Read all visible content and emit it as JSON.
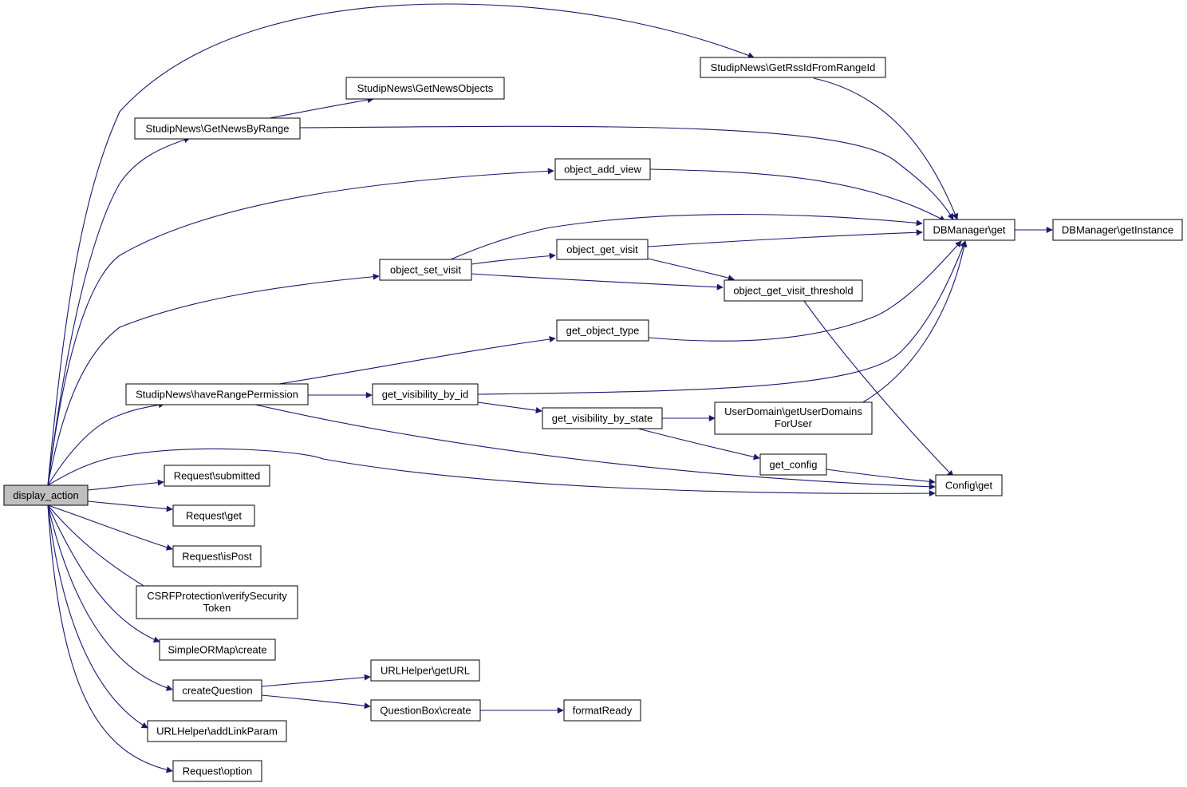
{
  "nodes": [
    {
      "id": "display_action",
      "lines": [
        "display_action"
      ],
      "root": true
    },
    {
      "id": "getrssid",
      "lines": [
        "StudipNews\\GetRssIdFromRangeId"
      ]
    },
    {
      "id": "getnewsobjects",
      "lines": [
        "StudipNews\\GetNewsObjects"
      ]
    },
    {
      "id": "getnewsbyrange",
      "lines": [
        "StudipNews\\GetNewsByRange"
      ]
    },
    {
      "id": "object_add_view",
      "lines": [
        "object_add_view"
      ]
    },
    {
      "id": "dbmanager_get",
      "lines": [
        "DBManager\\get"
      ]
    },
    {
      "id": "dbmanager_getinstance",
      "lines": [
        "DBManager\\getInstance"
      ]
    },
    {
      "id": "object_get_visit",
      "lines": [
        "object_get_visit"
      ]
    },
    {
      "id": "object_set_visit",
      "lines": [
        "object_set_visit"
      ]
    },
    {
      "id": "object_get_visit_threshold",
      "lines": [
        "object_get_visit_threshold"
      ]
    },
    {
      "id": "get_object_type",
      "lines": [
        "get_object_type"
      ]
    },
    {
      "id": "haverangepermission",
      "lines": [
        "StudipNews\\haveRangePermission"
      ]
    },
    {
      "id": "get_visibility_by_id",
      "lines": [
        "get_visibility_by_id"
      ]
    },
    {
      "id": "get_visibility_by_state",
      "lines": [
        "get_visibility_by_state"
      ]
    },
    {
      "id": "getuserdomains",
      "lines": [
        "UserDomain\\getUserDomains",
        "ForUser"
      ]
    },
    {
      "id": "get_config",
      "lines": [
        "get_config"
      ]
    },
    {
      "id": "config_get",
      "lines": [
        "Config\\get"
      ]
    },
    {
      "id": "request_submitted",
      "lines": [
        "Request\\submitted"
      ]
    },
    {
      "id": "request_get",
      "lines": [
        "Request\\get"
      ]
    },
    {
      "id": "request_ispost",
      "lines": [
        "Request\\isPost"
      ]
    },
    {
      "id": "csrf",
      "lines": [
        "CSRFProtection\\verifySecurity",
        "Token"
      ]
    },
    {
      "id": "simpleormap_create",
      "lines": [
        "SimpleORMap\\create"
      ]
    },
    {
      "id": "urlhelper_geturl",
      "lines": [
        "URLHelper\\getURL"
      ]
    },
    {
      "id": "createquestion",
      "lines": [
        "createQuestion"
      ]
    },
    {
      "id": "questionbox_create",
      "lines": [
        "QuestionBox\\create"
      ]
    },
    {
      "id": "formatready",
      "lines": [
        "formatReady"
      ]
    },
    {
      "id": "urlhelper_addlinkparam",
      "lines": [
        "URLHelper\\addLinkParam"
      ]
    },
    {
      "id": "request_option",
      "lines": [
        "Request\\option"
      ]
    }
  ]
}
